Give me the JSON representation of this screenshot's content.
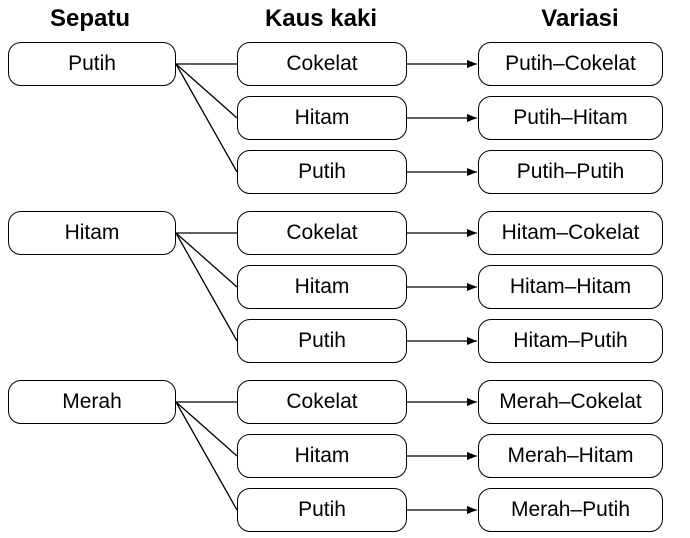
{
  "headers": {
    "shoe": "Sepatu",
    "sock": "Kaus kaki",
    "variation": "Variasi"
  },
  "groups": [
    {
      "shoe": "Putih",
      "socks": [
        "Cokelat",
        "Hitam",
        "Putih"
      ],
      "variations": [
        "Putih–Cokelat",
        "Putih–Hitam",
        "Putih–Putih"
      ]
    },
    {
      "shoe": "Hitam",
      "socks": [
        "Cokelat",
        "Hitam",
        "Putih"
      ],
      "variations": [
        "Hitam–Cokelat",
        "Hitam–Hitam",
        "Hitam–Putih"
      ]
    },
    {
      "shoe": "Merah",
      "socks": [
        "Cokelat",
        "Hitam",
        "Putih"
      ],
      "variations": [
        "Merah–Cokelat",
        "Merah–Hitam",
        "Merah–Putih"
      ]
    }
  ]
}
